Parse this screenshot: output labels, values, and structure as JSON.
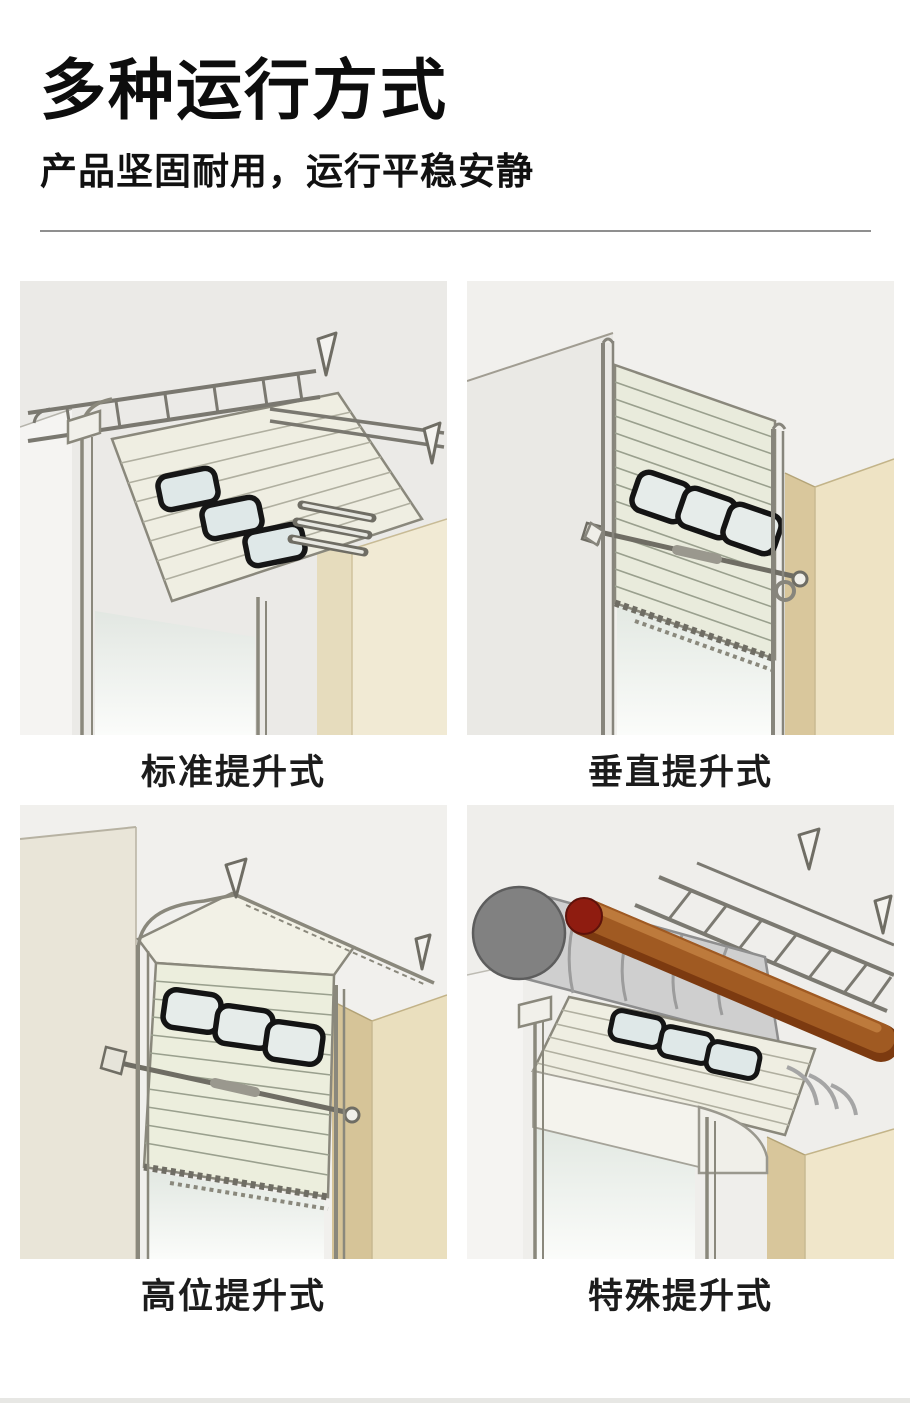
{
  "header": {
    "title": "多种运行方式",
    "subtitle": "产品坚固耐用，运行平稳安静"
  },
  "modes": [
    {
      "caption": "标准提升式",
      "illustration": "standard-lift"
    },
    {
      "caption": "垂直提升式",
      "illustration": "vertical-lift"
    },
    {
      "caption": "高位提升式",
      "illustration": "high-lift"
    },
    {
      "caption": "特殊提升式",
      "illustration": "special-lift"
    }
  ],
  "palette": {
    "title_text": "#0d0d0d",
    "caption_text": "#1c1c1c",
    "divider": "#8f8f8f",
    "ceiling_gray": "#e9e8e5",
    "wall_beige_light": "#eee3c4",
    "wall_beige_dark": "#d8c69b",
    "door_face": "#efeee2",
    "door_slat_line": "#b0afa0",
    "window_frame": "#161616",
    "window_glass": "#dfe8e8",
    "metal_line": "#8a887c",
    "spring_drum_gray": "#818181",
    "drive_shaft_brown": "#a05a22",
    "drive_shaft_cap_red": "#8f1c10"
  }
}
